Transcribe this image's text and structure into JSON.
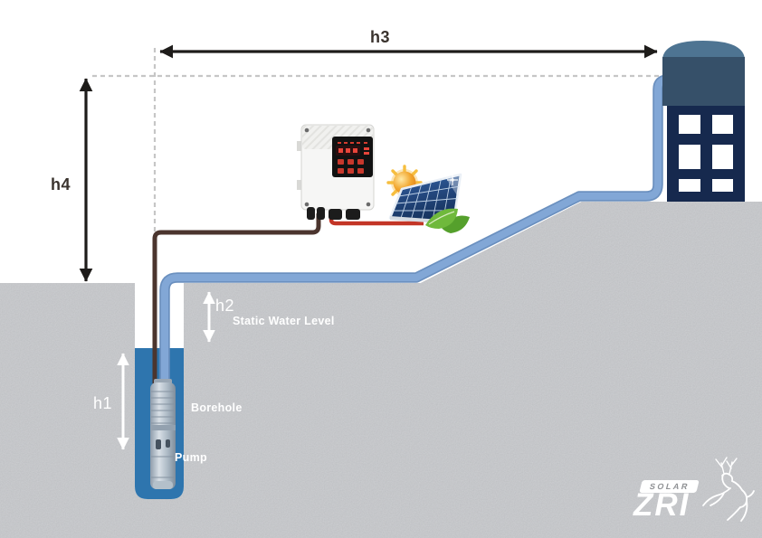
{
  "diagram": {
    "type": "solar-water-pumping-system-diagram",
    "measurements": {
      "h1": "h1",
      "h2": "h2",
      "h3": "h3",
      "h4": "h4"
    },
    "annotations": {
      "static_water_level": "Static Water Level",
      "borehole": "Borehole",
      "pump": "Pump"
    },
    "logo": {
      "badge": "SOLAR",
      "brand": "ZRI",
      "mark": "leaping-deer"
    },
    "components": {
      "controller": "pump-controller-box",
      "solar_panel": "solar-panel",
      "sun": "sun",
      "water_tank": "elevated-water-tank",
      "pump": "submersible-pump",
      "water_pipe": "water-pipe",
      "pump_cable": "pump-cable",
      "pv_cable": "pv-cable"
    },
    "colors": {
      "background": "#FFFFFF",
      "ground": "#8F9194",
      "water": "#2E75AE",
      "pipe": "#7AA0CF",
      "cable_brown": "#4B352E",
      "cable_red": "#C33526",
      "tank_dome": "#4E7492",
      "tank_body": "#365069",
      "tank_stand": "#16294E",
      "arrow_dark": "#1E1C1A",
      "arrow_white": "#FFFFFF",
      "dashed_line": "#C6C6C6",
      "label_dark": "#3A332E"
    }
  }
}
